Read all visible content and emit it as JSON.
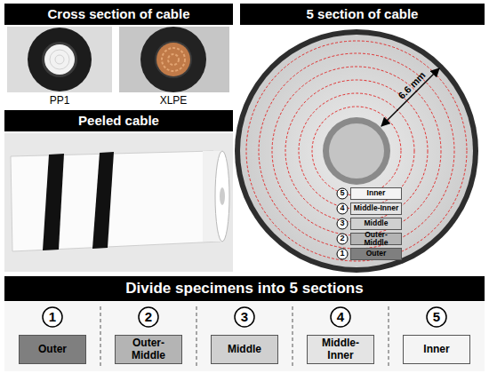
{
  "diagram": {
    "nodes": [
      {
        "text": [
          "Cross section of cable"
        ]
      },
      {
        "text": [
          "5 section of cable"
        ]
      },
      {
        "text": [
          "Peeled cable"
        ]
      },
      {
        "text": [
          "5"
        ]
      },
      {
        "text": [
          "Inner"
        ]
      },
      {
        "text": [
          "4"
        ]
      },
      {
        "text": [
          "Middle-Inner"
        ]
      },
      {
        "text": [
          "3"
        ]
      },
      {
        "text": [
          "Middle"
        ]
      },
      {
        "text": [
          "2"
        ]
      },
      {
        "text": [
          "Outer-Middle"
        ]
      },
      {
        "text": [
          "1"
        ]
      },
      {
        "text": [
          "Outer"
        ]
      },
      {
        "text": [
          "Divide specimens into 5 sections"
        ]
      },
      {
        "text": [
          "1"
        ]
      },
      {
        "text": [
          "2"
        ]
      },
      {
        "text": [
          "3"
        ]
      },
      {
        "text": [
          "4"
        ]
      },
      {
        "text": [
          "5"
        ]
      },
      {
        "text": [
          "Outer"
        ]
      },
      {
        "text": [
          "Outer-Middle"
        ]
      },
      {
        "text": [
          "Middle"
        ]
      },
      {
        "text": [
          "Middle-Inner"
        ]
      },
      {
        "text": [
          "Inner"
        ]
      }
    ],
    "labels": [
      "PP1",
      "XLPE",
      "6.6 mm"
    ]
  }
}
